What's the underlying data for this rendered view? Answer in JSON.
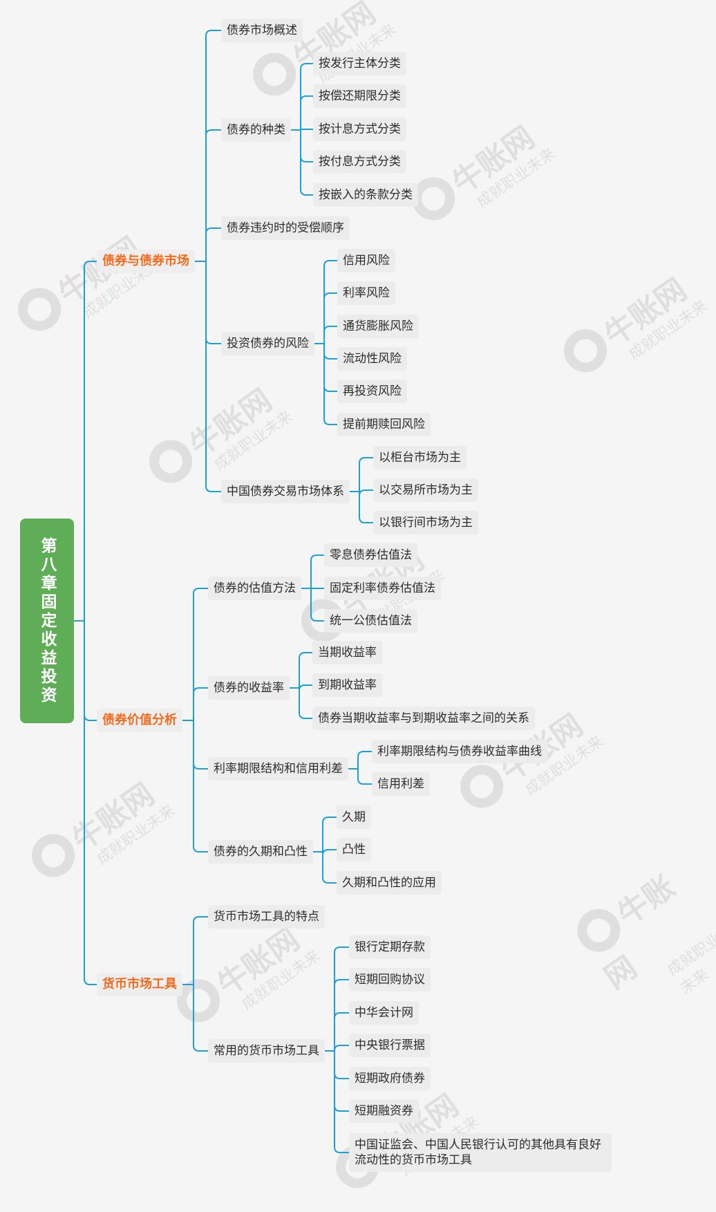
{
  "root": "第八章固定收益投资",
  "watermark": {
    "brand": "牛账网",
    "slogan": "成就职业未来"
  },
  "colors": {
    "root_bg": "#5fad56",
    "branch_text": "#f26b1d",
    "link": "#1a9fd9",
    "node_bg": "#ececec"
  },
  "branches": [
    {
      "label": "债券与债券市场",
      "children": [
        {
          "label": "债券市场概述",
          "children": []
        },
        {
          "label": "债券的种类",
          "children": [
            "按发行主体分类",
            "按偿还期限分类",
            "按计息方式分类",
            "按付息方式分类",
            "按嵌入的条款分类"
          ]
        },
        {
          "label": "债券违约时的受偿顺序",
          "children": []
        },
        {
          "label": "投资债券的风险",
          "children": [
            "信用风险",
            "利率风险",
            "通货膨胀风险",
            "流动性风险",
            "再投资风险",
            "提前期赎回风险"
          ]
        },
        {
          "label": "中国债券交易市场体系",
          "children": [
            "以柜台市场为主",
            "以交易所市场为主",
            "以银行间市场为主"
          ]
        }
      ]
    },
    {
      "label": "债券价值分析",
      "children": [
        {
          "label": "债券的估值方法",
          "children": [
            "零息债券估值法",
            "固定利率债券估值法",
            "统一公债估值法"
          ]
        },
        {
          "label": "债券的收益率",
          "children": [
            "当期收益率",
            "到期收益率",
            "债券当期收益率与到期收益率之间的关系"
          ]
        },
        {
          "label": "利率期限结构和信用利差",
          "children": [
            "利率期限结构与债券收益率曲线",
            "信用利差"
          ]
        },
        {
          "label": "债券的久期和凸性",
          "children": [
            "久期",
            "凸性",
            "久期和凸性的应用"
          ]
        }
      ]
    },
    {
      "label": "货币市场工具",
      "children": [
        {
          "label": "货币市场工具的特点",
          "children": []
        },
        {
          "label": "常用的货币市场工具",
          "children": [
            "银行定期存款",
            "短期回购协议",
            "中华会计网",
            "中央银行票据",
            "短期政府债券",
            "短期融资券",
            "中国证监会、中国人民银行认可的其他具有良好流动性的货币市场工具"
          ]
        }
      ]
    }
  ]
}
